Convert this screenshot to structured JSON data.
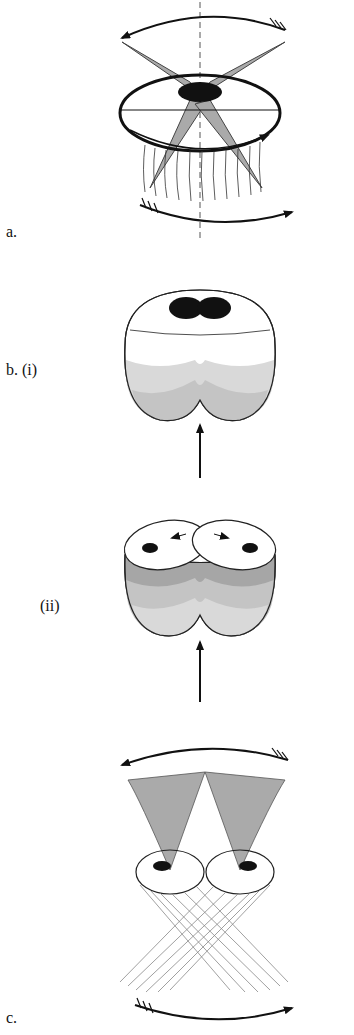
{
  "diagram": {
    "labels": [
      "a.",
      "b. (i)",
      "(ii)",
      "c."
    ]
  }
}
